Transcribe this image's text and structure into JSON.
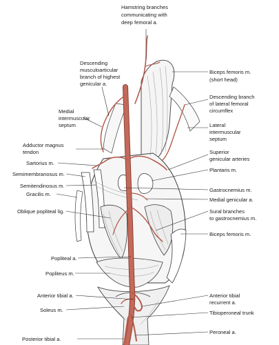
{
  "labels": {
    "hamstring_1": "Hamstring branches",
    "hamstring_2": "communicating with",
    "hamstring_3": "deep femoral a.",
    "desc_musc_1": "Descending",
    "desc_musc_2": "musculoarticular",
    "desc_musc_3": "branch of highest",
    "desc_musc_4": "genicular a.",
    "biceps_short_1": "Biceps femoris m.",
    "biceps_short_2": "(short head)",
    "desc_branch_1": "Descending branch",
    "desc_branch_2": "of lateral femoral",
    "desc_branch_3": "circumflex",
    "medial_sept_1": "Medial",
    "medial_sept_2": "intermuscular",
    "medial_sept_3": "septum",
    "lateral_sept_1": "Lateral",
    "lateral_sept_2": "intermuscular",
    "lateral_sept_3": "septum",
    "adductor_1": "Adductor magnus",
    "adductor_2": "tendon",
    "sartorius": "Sartorius m.",
    "semimembranosus": "Semimembranosus m.",
    "semitendinosus": "Semitendinosus m.",
    "gracilis": "Gracilis m.",
    "oblique": "Oblique popliteal lig.",
    "superior_gen_1": "Superior",
    "superior_gen_2": "genicular arteries",
    "plantaris": "Plantaris m.",
    "gastrocnemius": "Gastrocnemius m.",
    "medial_gen": "Medial genicular a.",
    "sural_1": "Sural branches",
    "sural_2": "to gastrocnemius m.",
    "biceps_femoris": "Biceps femoris m.",
    "popliteal_a": "Popliteal a.",
    "popliteus": "Popliteus m.",
    "ant_tibial": "Anterior tibial a.",
    "ant_tibial_rec_1": "Anterior tibial",
    "ant_tibial_rec_2": "recurrent a.",
    "soleus": "Soleus m.",
    "tibioperoneal": "Tibioperoneal trunk",
    "peroneal": "Peroneal a.",
    "post_tibial": "Posterior tibial a."
  },
  "colors": {
    "artery": "#c46a5a",
    "artery_edge": "#8a3f35",
    "muscle_line": "#3a3a3a",
    "muscle_fill": "#f4f4f4",
    "text": "#1a1a1a"
  }
}
